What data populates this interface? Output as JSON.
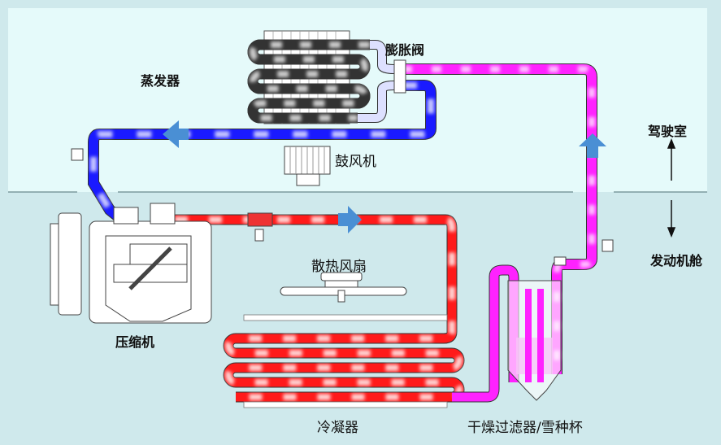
{
  "labels": {
    "evaporator": "蒸发器",
    "expansion_valve": "膨胀阀",
    "blower": "鼓风机",
    "cabin": "驾驶室",
    "engine_bay": "发动机舱",
    "radiator_fan": "散热风扇",
    "compressor": "压缩机",
    "condenser": "冷凝器",
    "drier": "干燥过滤器/雪种杯"
  },
  "colors": {
    "low_pressure_gas": "#1a1aff",
    "high_pressure_gas": "#ff1a1a",
    "high_pressure_liquid": "#ff22ff",
    "flow_arrow": "#4a8fd4",
    "cabin_bg": "#e5fafa",
    "engine_bg": "#cfe9ec"
  }
}
